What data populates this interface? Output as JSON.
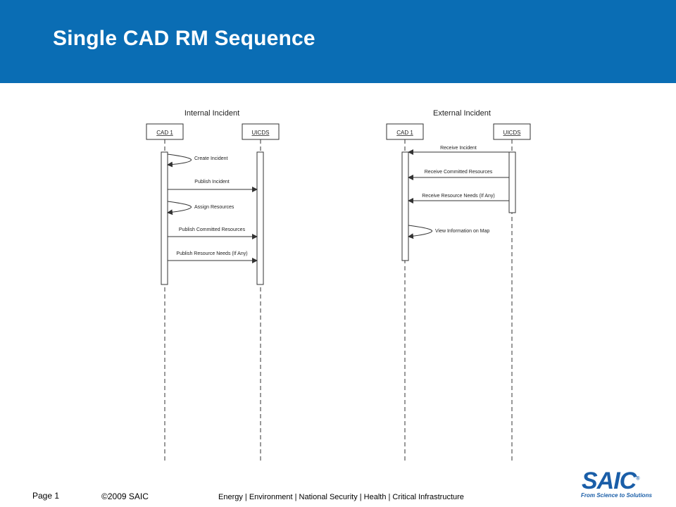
{
  "slide": {
    "title": "Single CAD RM Sequence"
  },
  "internal": {
    "heading": "Internal Incident",
    "actor_left": "CAD 1",
    "actor_right": "UICDS",
    "messages": [
      "Create Incident",
      "Publish Incident",
      "Assign Resources",
      "Publish Committed Resources",
      "Publish Resource Needs (If Any)"
    ]
  },
  "external": {
    "heading": "External Incident",
    "actor_left": "CAD 1",
    "actor_right": "UICDS",
    "messages": [
      "Receive Incident",
      "Receive Committed Resources",
      "Receive Resource Needs (If Any)",
      "View Information on Map"
    ]
  },
  "footer": {
    "page": "Page 1",
    "copyright": "©2009 SAIC",
    "tagline": "Energy | Environment | National Security | Health | Critical Infrastructure"
  },
  "logo": {
    "text": "SAIC",
    "registered": "®",
    "slogan": "From Science to Solutions",
    "color": "#1a5ea8"
  },
  "colors": {
    "header": "#0a6db4",
    "line": "#333333"
  }
}
